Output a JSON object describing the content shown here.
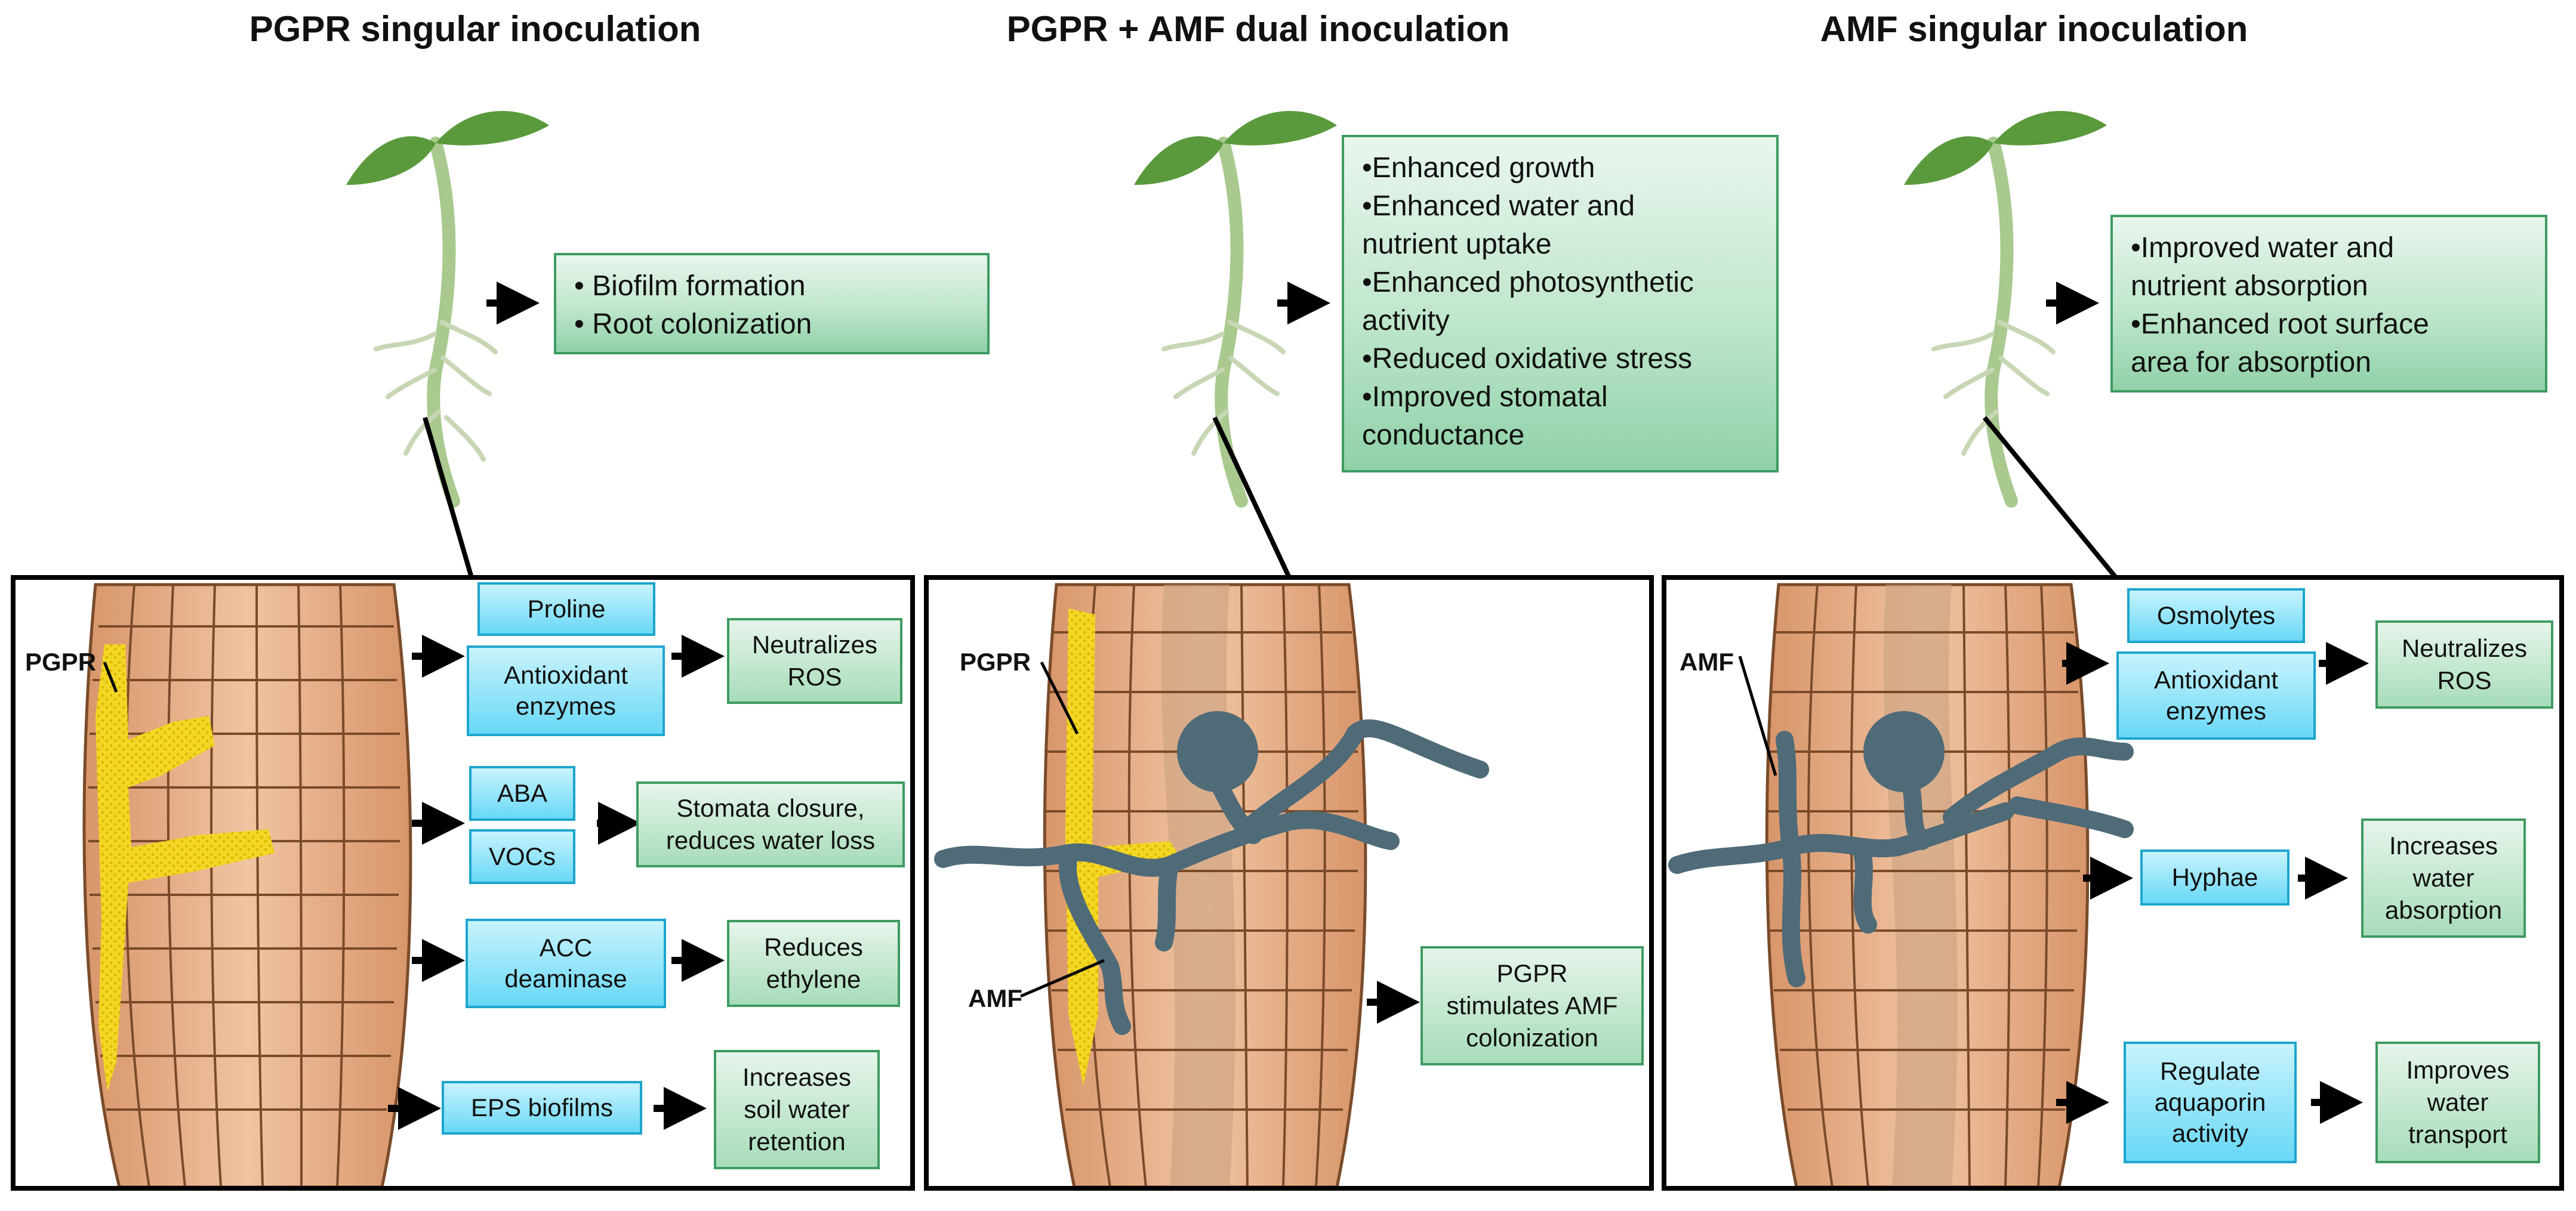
{
  "titles": {
    "left": "PGPR singular inoculation",
    "middle": "PGPR + AMF dual inoculation",
    "right": "AMF singular inoculation"
  },
  "top_boxes": {
    "left": [
      "• Biofilm formation",
      "• Root colonization"
    ],
    "middle": [
      "•Enhanced growth",
      "•Enhanced water and",
      "nutrient uptake",
      "•Enhanced photosynthetic",
      "activity",
      "•Reduced oxidative stress",
      "•Improved stomatal",
      "conductance"
    ],
    "right": [
      "•Improved water and",
      "nutrient absorption",
      "•Enhanced root surface",
      "area for absorption"
    ]
  },
  "labels": {
    "pgpr": "PGPR",
    "amf": "AMF"
  },
  "left_panel": {
    "proline": "Proline",
    "antioxidant_1": "Antioxidant",
    "antioxidant_2": "enzymes",
    "neutralizes_1": "Neutralizes",
    "neutralizes_2": "ROS",
    "aba": "ABA",
    "vocs": "VOCs",
    "stomata_1": "Stomata closure,",
    "stomata_2": "reduces water loss",
    "acc_1": "ACC",
    "acc_2": "deaminase",
    "ethylene_1": "Reduces",
    "ethylene_2": "ethylene",
    "eps": "EPS biofilms",
    "soil_1": "Increases",
    "soil_2": "soil water",
    "soil_3": "retention"
  },
  "middle_panel": {
    "stim_1": "PGPR",
    "stim_2": "stimulates AMF",
    "stim_3": "colonization"
  },
  "right_panel": {
    "osmolytes": "Osmolytes",
    "antioxidant_1": "Antioxidant",
    "antioxidant_2": "enzymes",
    "neutralizes_1": "Neutralizes",
    "neutralizes_2": "ROS",
    "hyphae": "Hyphae",
    "water_1": "Increases",
    "water_2": "water",
    "water_3": "absorption",
    "aqua_1": "Regulate",
    "aqua_2": "aquaporin",
    "aqua_3": "activity",
    "transport_1": "Improves",
    "transport_2": "water",
    "transport_3": "transport"
  },
  "colors": {
    "leaf": "#5a9a3c",
    "stem": "#a9c98e",
    "root": "#c7d7b5",
    "root_cell": "#e9b892",
    "cell_line": "#7a4b2a",
    "pgpr": "#f3d727",
    "amf": "#4f6b78",
    "cyan_box": "#68d8f6",
    "green_box": "#8fd1a8"
  }
}
